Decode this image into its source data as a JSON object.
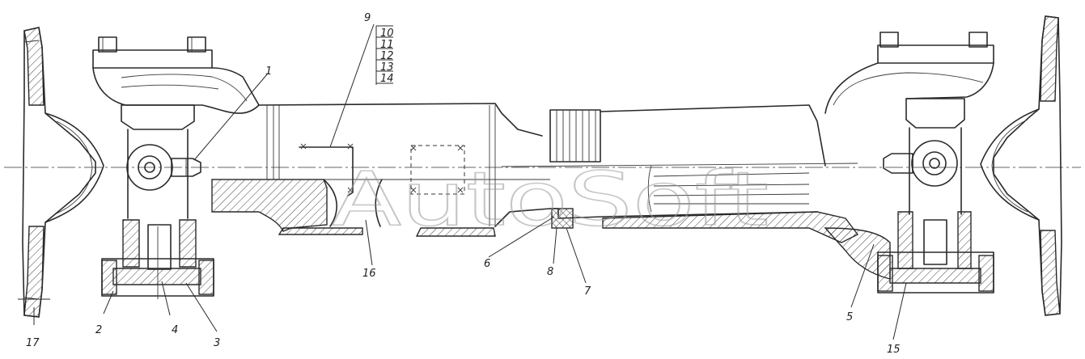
{
  "watermark": "AutoSoft",
  "part_labels": {
    "p1": "1",
    "p2": "2",
    "p3": "3",
    "p4": "4",
    "p5": "5",
    "p6": "6",
    "p7": "7",
    "p8": "8",
    "p9": "9",
    "p10": "10",
    "p11": "11",
    "p12": "12",
    "p13": "13",
    "p14": "14",
    "p15": "15",
    "p16": "16",
    "p17": "17"
  },
  "colors": {
    "line": "#2a2a2a",
    "watermark": "#9a9a9a",
    "background": "#ffffff"
  }
}
